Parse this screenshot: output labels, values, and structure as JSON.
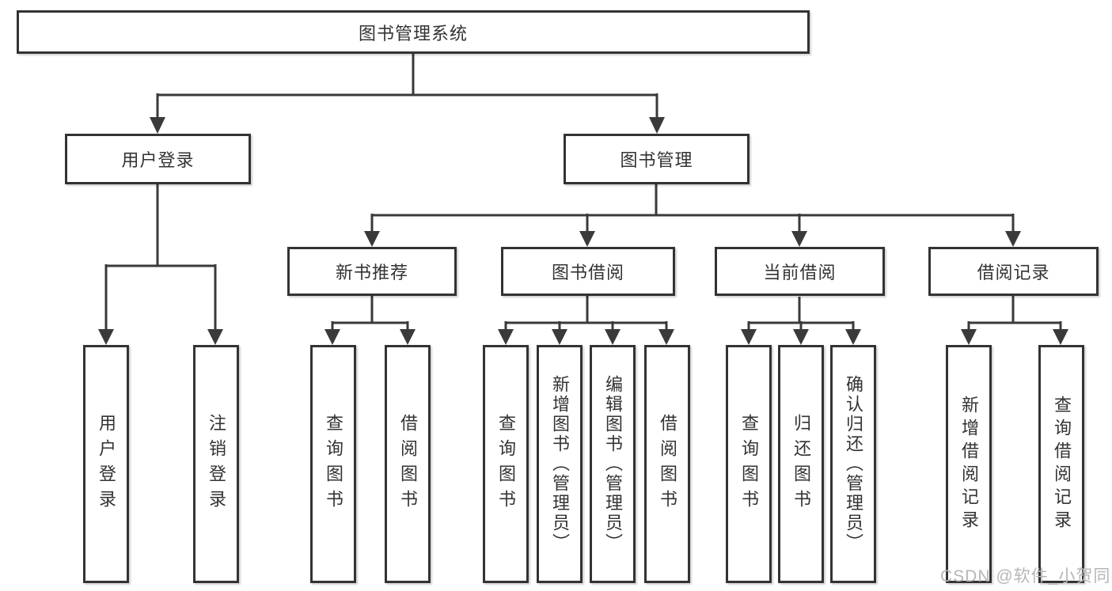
{
  "watermark": "CSDN @软件_小贺同学",
  "colors": {
    "line": "#333333",
    "text": "#333333",
    "box_background": "#ffffff",
    "watermark": "#b6b6b6"
  },
  "tree": {
    "label": "图书管理系统",
    "children": [
      {
        "label": "用户登录",
        "children": [
          {
            "label": "用户登录"
          },
          {
            "label": "注销登录"
          }
        ]
      },
      {
        "label": "图书管理",
        "children": [
          {
            "label": "新书推荐",
            "children": [
              {
                "label": "查询图书"
              },
              {
                "label": "借阅图书"
              }
            ]
          },
          {
            "label": "图书借阅",
            "children": [
              {
                "label": "查询图书"
              },
              {
                "label": "新增图书（管理员）"
              },
              {
                "label": "编辑图书（管理员）"
              },
              {
                "label": "借阅图书"
              }
            ]
          },
          {
            "label": "当前借阅",
            "children": [
              {
                "label": "查询图书"
              },
              {
                "label": "归还图书"
              },
              {
                "label": "确认归还（管理员）"
              }
            ]
          },
          {
            "label": "借阅记录",
            "children": [
              {
                "label": "新增借阅记录"
              },
              {
                "label": "查询借阅记录"
              }
            ]
          }
        ]
      }
    ]
  }
}
